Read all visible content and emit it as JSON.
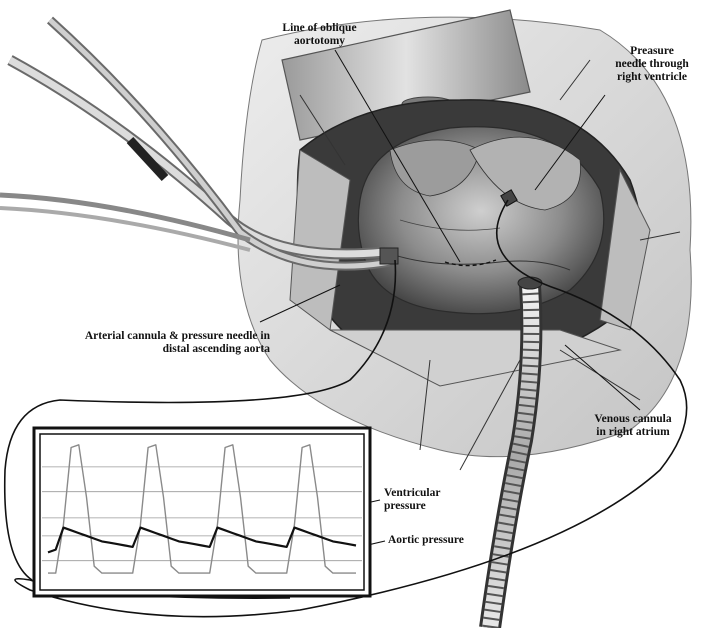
{
  "labels": {
    "oblique_aortotomy": [
      "Line of oblique",
      "aortotomy"
    ],
    "pressure_needle_rv": [
      "Preasure",
      "needle through",
      "right ventricle"
    ],
    "arterial_cannula": [
      "Arterial cannula & pressure needle in",
      "distal ascending aorta"
    ],
    "venous_cannula": [
      "Venous cannula",
      "in right atrium"
    ],
    "ventricular_pressure": [
      "Ventricular",
      "pressure"
    ],
    "aortic_pressure": "Aortic pressure"
  },
  "chart_data": {
    "type": "line",
    "title": "",
    "xlabel": "",
    "ylabel": "",
    "grid": true,
    "legend": "none",
    "x": [
      0,
      1,
      2,
      3,
      4,
      5,
      6,
      7,
      8,
      9,
      10,
      11,
      12,
      13,
      14,
      15,
      16,
      17,
      18,
      19,
      20,
      21,
      22,
      23,
      24,
      25,
      26,
      27,
      28,
      29,
      30,
      31,
      32,
      33,
      34,
      35,
      36,
      37,
      38,
      39,
      40
    ],
    "series": [
      {
        "name": "Ventricular pressure",
        "color": "#8a8a8a",
        "values": [
          5,
          5,
          40,
          96,
          98,
          60,
          10,
          5,
          5,
          5,
          5,
          5,
          40,
          96,
          98,
          60,
          10,
          5,
          5,
          5,
          5,
          5,
          40,
          96,
          98,
          60,
          10,
          5,
          5,
          5,
          5,
          5,
          40,
          96,
          98,
          60,
          10,
          5,
          5,
          5,
          5
        ]
      },
      {
        "name": "Aortic pressure",
        "color": "#111111",
        "values": [
          20,
          22,
          38,
          36,
          34,
          32,
          30,
          28,
          27,
          26,
          25,
          24,
          38,
          36,
          34,
          32,
          30,
          28,
          27,
          26,
          25,
          24,
          38,
          36,
          34,
          32,
          30,
          28,
          27,
          26,
          25,
          24,
          38,
          36,
          34,
          32,
          30,
          28,
          27,
          26,
          25
        ]
      }
    ],
    "ylim": [
      0,
      100
    ]
  }
}
